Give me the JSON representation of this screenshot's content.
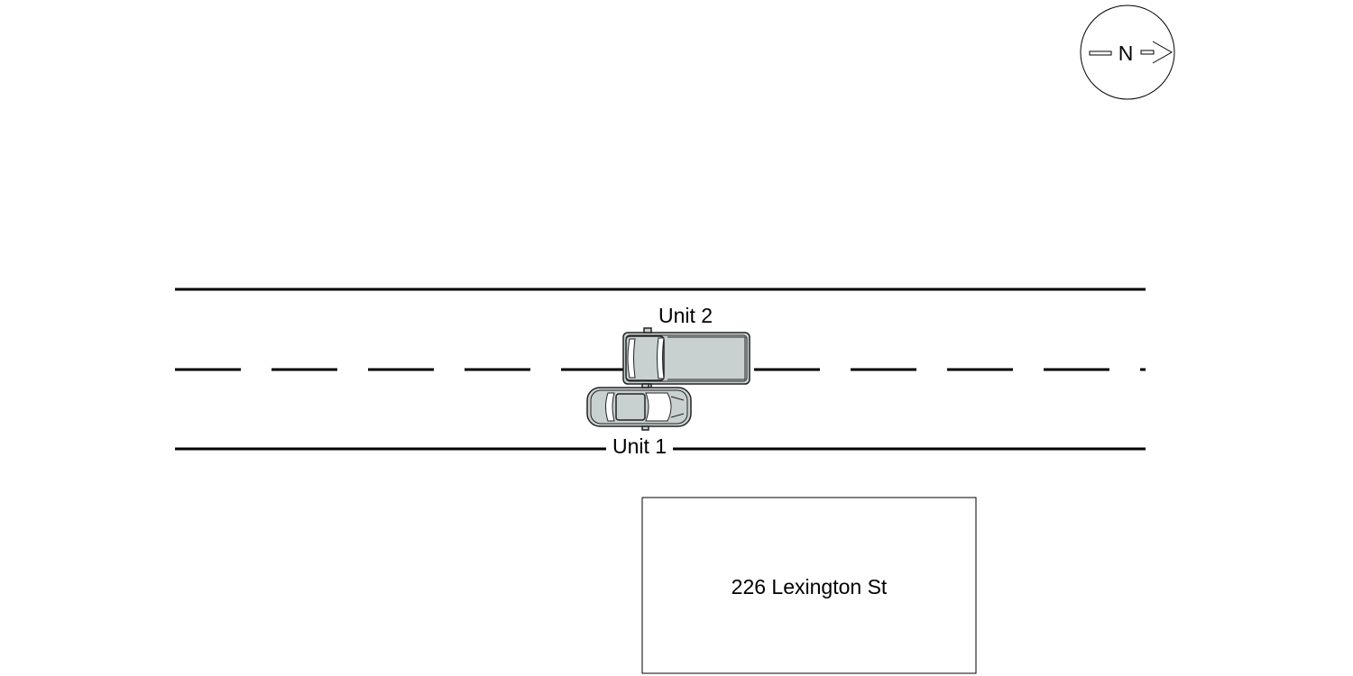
{
  "compass": {
    "letter": "N",
    "icon": "north-arrow-icon"
  },
  "vehicles": {
    "unit1": {
      "label": "Unit 1",
      "icon": "sedan-icon",
      "color": "#c9d0d0"
    },
    "unit2": {
      "label": "Unit 2",
      "icon": "pickup-truck-icon",
      "color": "#c9d0d0"
    }
  },
  "building": {
    "address": "226 Lexington St"
  }
}
